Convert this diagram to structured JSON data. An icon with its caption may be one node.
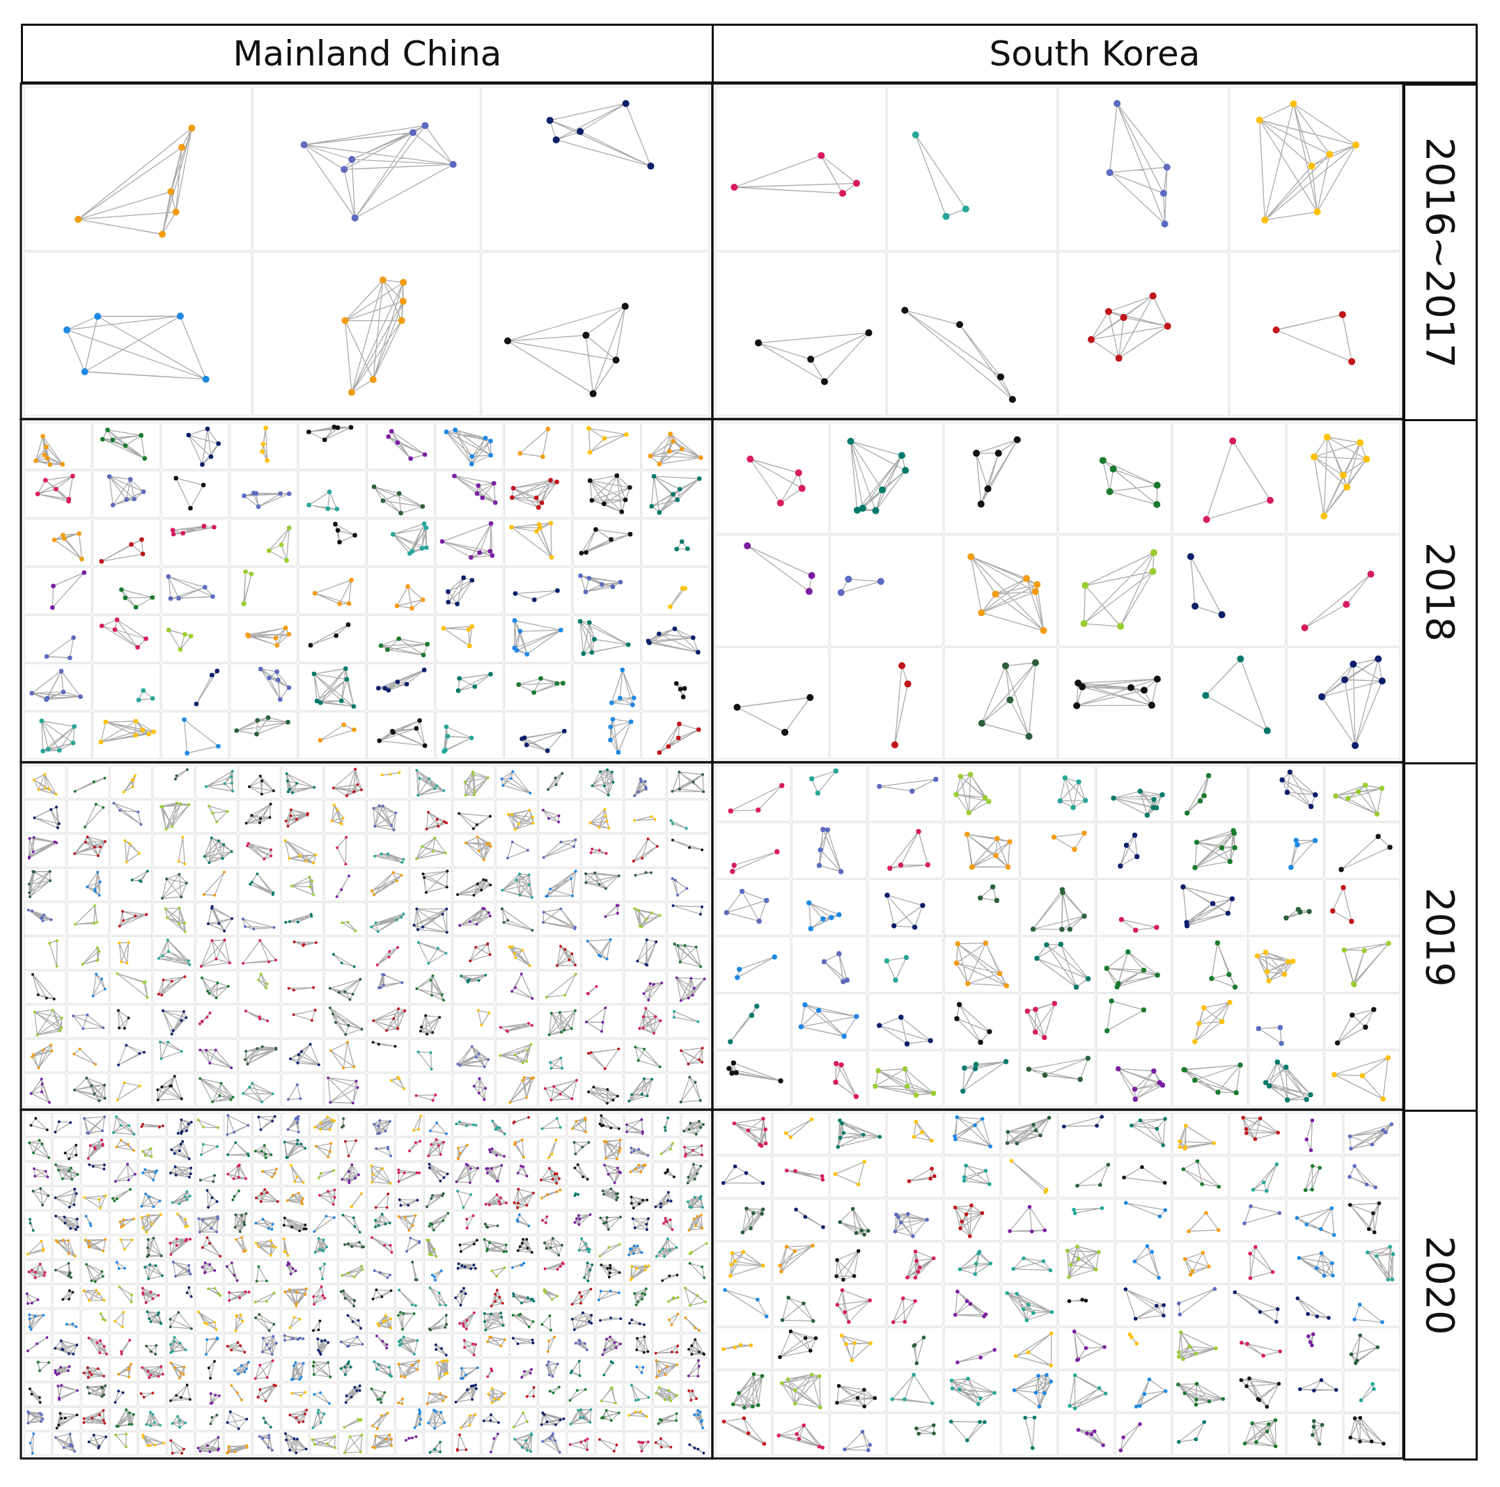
{
  "diagram": {
    "labels": [
      "Mainland China",
      "South Korea",
      "2016~2017",
      "2018",
      "2019",
      "2020"
    ]
  }
}
